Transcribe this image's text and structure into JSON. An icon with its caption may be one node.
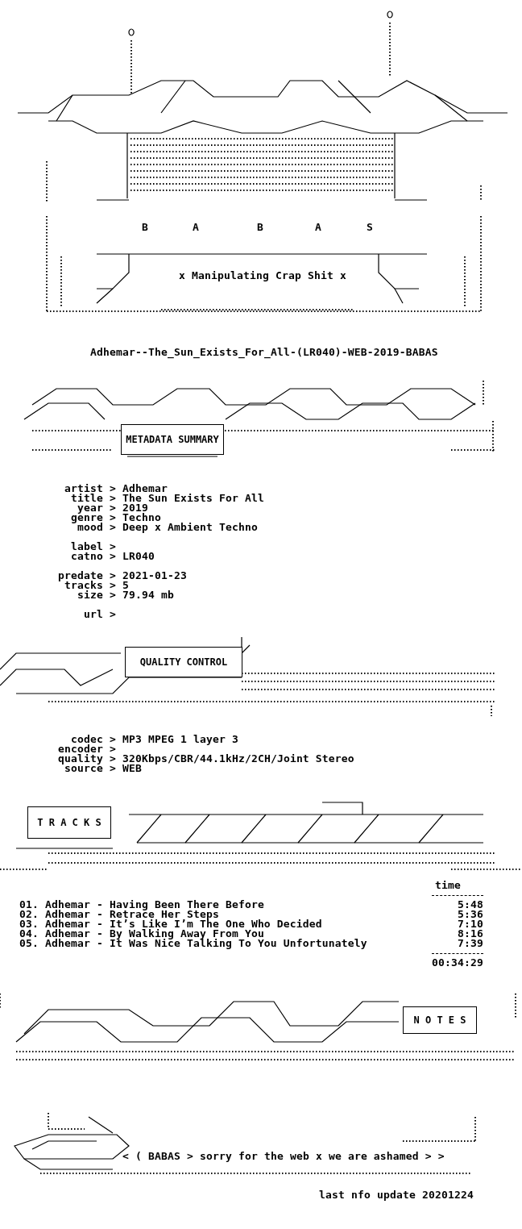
{
  "diagram": {
    "nodes": [
      {
        "text": [
          "METADATA SUMMARY"
        ]
      },
      {
        "text": [
          "QUALITY CONTROL"
        ]
      },
      {
        "text": [
          "T R A C K S"
        ]
      },
      {
        "text": [
          "N O T E S"
        ]
      }
    ],
    "labels": [
      "B",
      "A",
      "B",
      "A",
      "S",
      "x Manipulating Crap Shit x",
      "Adhemar--The_Sun_Exists_For_All-(LR040)-WEB-2019-BABAS",
      "artist > Adhemar",
      "title > The Sun Exists For All",
      "year > 2019",
      "genre > Techno",
      "mood > Deep x Ambient Techno",
      "label >",
      "catno > LR040",
      "predate > 2021-01-23",
      "tracks > 5",
      "size > 79.94 mb",
      "url >",
      "codec > MP3 MPEG 1 layer 3",
      "encoder >",
      "quality > 320Kbps/CBR/44.1kHz/2CH/Joint Stereo",
      "source > WEB",
      "time",
      "01. Adhemar - Having Been There Before",
      "5:48",
      "02. Adhemar - Retrace Her Steps",
      "5:36",
      "03. Adhemar - It’s Like I’m The One Who Decided",
      "7:10",
      "04. Adhemar - By Walking Away From You",
      "8:16",
      "05. Adhemar - It Was Nice Talking To You Unfortunately",
      "7:39",
      "00:34:29",
      "< ( BABAS > sorry for the web x we are ashamed > >",
      "last nfo update 20201224"
    ]
  }
}
